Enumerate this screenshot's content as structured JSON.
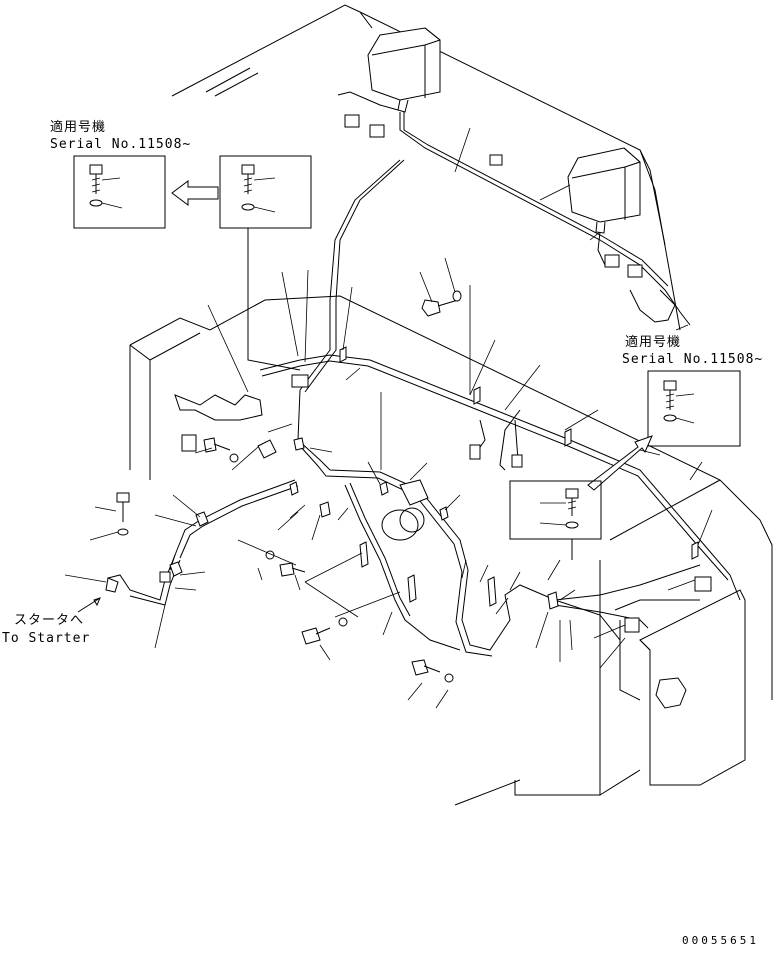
{
  "callouts": {
    "left": {
      "line1": "適用号機",
      "line2": "Serial No.11508~"
    },
    "right": {
      "line1": "適用号機",
      "line2": "Serial No.11508~"
    }
  },
  "starter": {
    "jp": "スタータへ",
    "en": "To Starter"
  },
  "drawing_number": "00055651",
  "icons": [
    "bolt-icon",
    "washer-icon",
    "arrow-left-icon",
    "arrow-diagonal-icon",
    "lamp-icon",
    "connector-icon",
    "clamp-icon",
    "relay-icon"
  ]
}
